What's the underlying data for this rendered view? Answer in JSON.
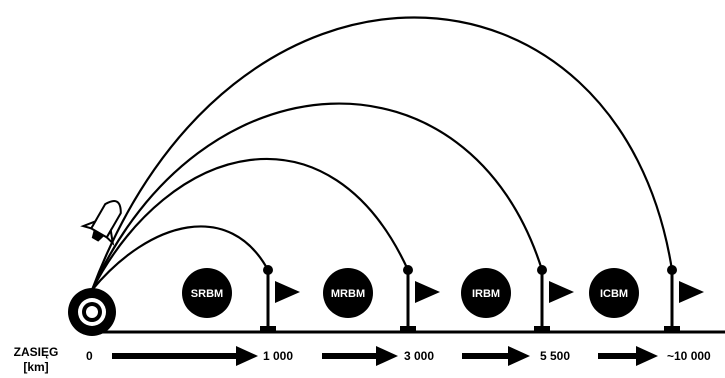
{
  "axis": {
    "label_line1": "ZASIĘG",
    "label_line2": "[km]",
    "ticks": [
      "0",
      "1 000",
      "3 000",
      "5 500",
      "~10 000"
    ]
  },
  "classes": [
    {
      "abbr": "SRBM",
      "range_km": 1000
    },
    {
      "abbr": "MRBM",
      "range_km": 3000
    },
    {
      "abbr": "IRBM",
      "range_km": 5500
    },
    {
      "abbr": "ICBM",
      "range_km": 10000
    }
  ],
  "colors": {
    "ink": "#000000",
    "paper": "#ffffff"
  },
  "icons": {
    "launcher": "target-icon",
    "missile": "rocket-icon",
    "marker": "flag-icon",
    "arrow": "arrow-right-icon"
  }
}
